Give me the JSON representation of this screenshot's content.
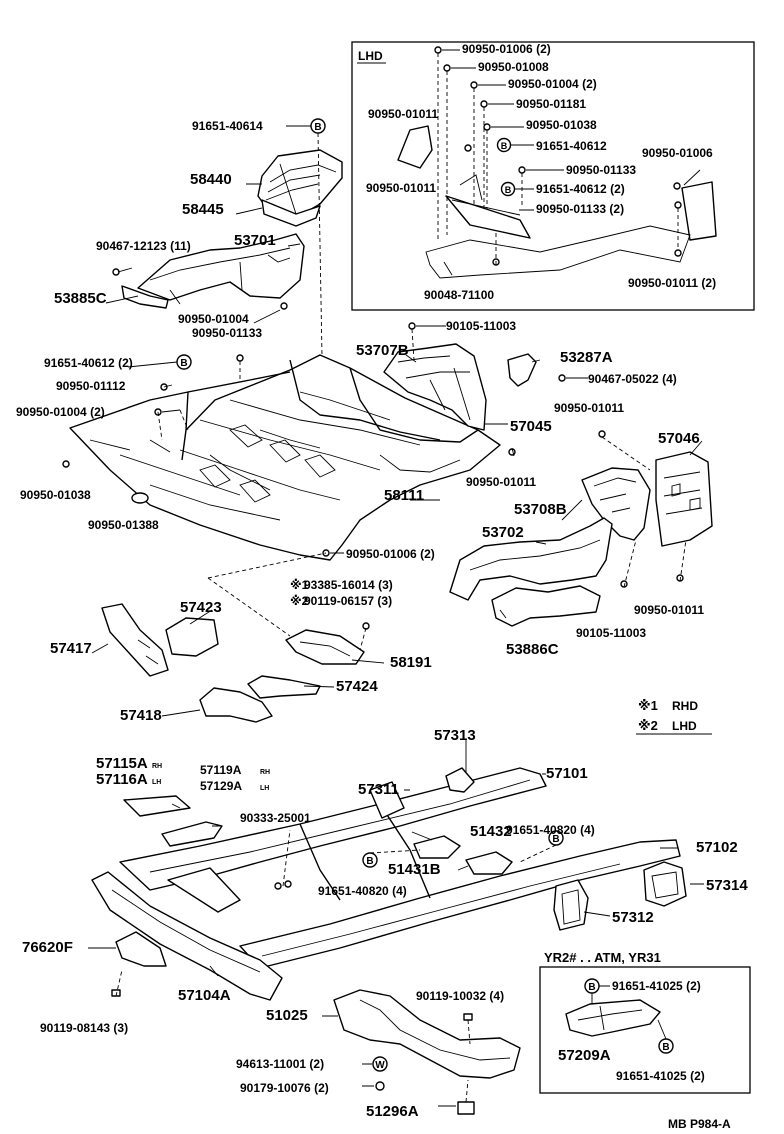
{
  "lhd_box": {
    "title": "LHD",
    "labels": [
      "90950-01006 (2)",
      "90950-01008",
      "90950-01004 (2)",
      "90950-01181",
      "90950-01011",
      "90950-01038",
      "91651-40612",
      "90950-01006",
      "90950-01133",
      "90950-01011",
      "91651-40612 (2)",
      "90950-01133 (2)",
      "90950-01011 (2)",
      "90048-71100"
    ]
  },
  "main_labels": [
    "91651-40614",
    "58440",
    "58445",
    "90467-12123 (11)",
    "53701",
    "53885C",
    "90950-01004",
    "90950-01133",
    "91651-40612 (2)",
    "90950-01112",
    "90950-01004 (2)",
    "90950-01038",
    "90950-01388",
    "90105-11003",
    "53707B",
    "53287A",
    "90467-05022 (4)",
    "90950-01011",
    "57045",
    "57046",
    "90950-01011",
    "58111",
    "53708B",
    "53702",
    "90950-01006 (2)",
    "93385-16014 (3)",
    "90119-06157 (3)",
    "58191",
    "57423",
    "57417",
    "53886C",
    "90105-11003",
    "90950-01011",
    "57424",
    "57418"
  ],
  "legend": {
    "mark1": "※1",
    "text1": "RHD",
    "mark2": "※2",
    "text2": "LHD"
  },
  "ref_marks": {
    "m1": "※1",
    "m2": "※2"
  },
  "lower_labels": [
    "57313",
    "57101",
    "57115A",
    "57116A",
    "57119A",
    "57129A",
    "57311",
    "90333-25001",
    "51432",
    "91651-40820 (4)",
    "57102",
    "51431B",
    "91651-40820 (4)",
    "57314",
    "57312",
    "76620F",
    "57104A",
    "90119-10032 (4)",
    "51025",
    "90119-08143 (3)",
    "94613-11001 (2)",
    "90179-10076 (2)",
    "51296A"
  ],
  "side_tags": {
    "rh": "RH",
    "lh": "LH"
  },
  "yr_box": {
    "title": "YR2# . . ATM, YR31",
    "labels": [
      "91651-41025 (2)",
      "57209A",
      "91651-41025 (2)"
    ]
  },
  "bolt_marks": {
    "b": "B",
    "w": "W"
  },
  "footer": {
    "code": "MB P984-A"
  }
}
